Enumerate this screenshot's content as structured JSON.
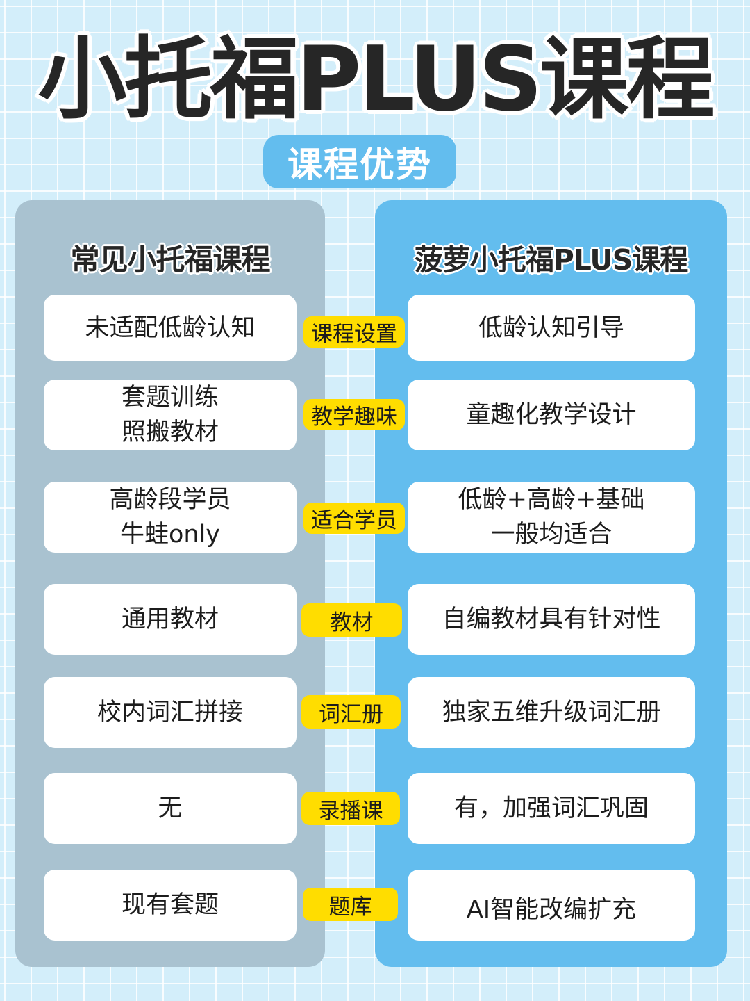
{
  "header": {
    "title": "小托福PLUS课程",
    "subtitle": "课程优势"
  },
  "columns": {
    "left_title": "常见小托福课程",
    "right_title": "菠萝小托福PLUS课程"
  },
  "rows": [
    {
      "category": "课程设置",
      "left": [
        "未适配低龄认知"
      ],
      "right": [
        "低龄认知引导"
      ]
    },
    {
      "category": "教学趣味",
      "left": [
        "套题训练",
        "照搬教材"
      ],
      "right": [
        "童趣化教学设计"
      ]
    },
    {
      "category": "适合学员",
      "left": [
        "高龄段学员",
        "牛蛙only"
      ],
      "right": [
        "低龄+高龄+基础",
        "一般均适合"
      ]
    },
    {
      "category": "教材",
      "left": [
        "通用教材"
      ],
      "right": [
        "自编教材具有针对性"
      ]
    },
    {
      "category": "词汇册",
      "left": [
        "校内词汇拼接"
      ],
      "right": [
        "独家五维升级词汇册"
      ]
    },
    {
      "category": "录播课",
      "left": [
        "无"
      ],
      "right": [
        "有，加强词汇巩固"
      ]
    },
    {
      "category": "题库",
      "left": [
        "现有套题"
      ],
      "right": [
        "AI智能改编扩充"
      ]
    }
  ],
  "colors": {
    "background": "#d3eefa",
    "left_panel": "#a9c2d0",
    "right_panel": "#63bdee",
    "tag": "#ffdd00",
    "subtitle_badge": "#63bdee"
  }
}
